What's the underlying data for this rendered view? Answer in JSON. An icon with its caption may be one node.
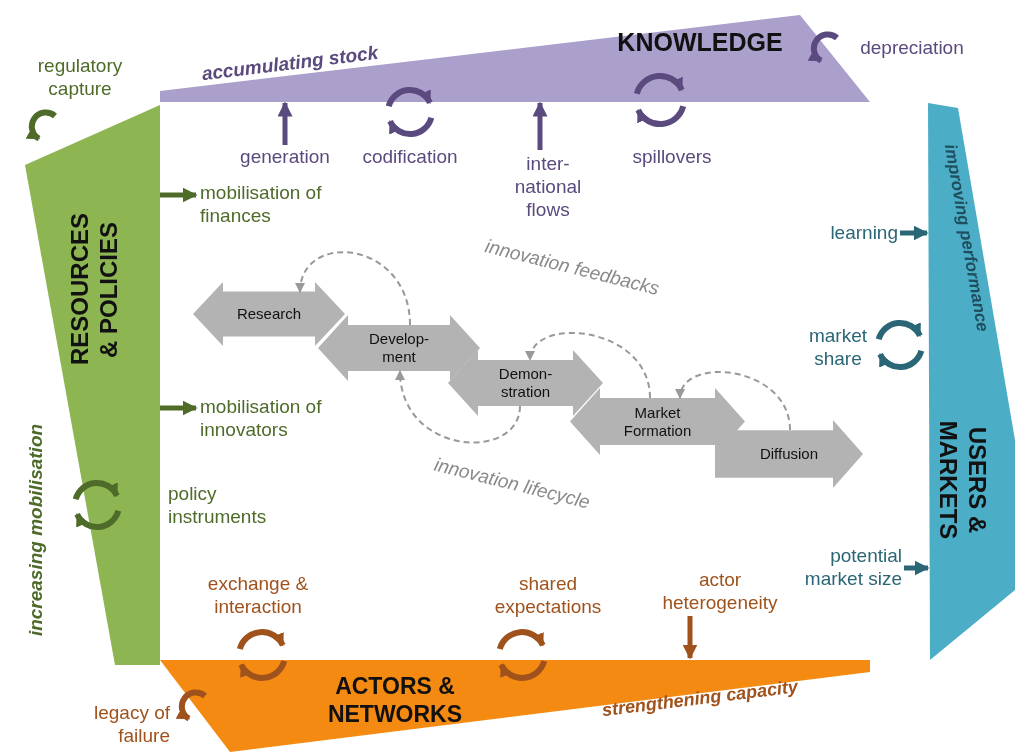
{
  "diagram": {
    "nodes": [
      {
        "text": [
          "KNOWLEDGE",
          "accumulating stock"
        ]
      },
      {
        "text": [
          "RESOURCES & POLICIES"
        ],
        "beside": [
          "increasing mobilisation"
        ]
      },
      {
        "text": [
          "USERS & MARKETS",
          "improving performance"
        ]
      },
      {
        "text": [
          "ACTORS & NETWORKS",
          "strengthening capacity"
        ]
      },
      {
        "text": [
          "Research"
        ]
      },
      {
        "text": [
          "Develop- ment"
        ]
      },
      {
        "text": [
          "Demon- stration"
        ]
      },
      {
        "text": [
          "Market Formation"
        ]
      },
      {
        "text": [
          "Diffusion"
        ]
      },
      {
        "text": [
          "generation"
        ]
      },
      {
        "text": [
          "inter- national flows"
        ]
      },
      {
        "text": [
          "mobilisation of finances"
        ]
      },
      {
        "text": [
          "mobilisation of innovators"
        ]
      },
      {
        "text": [
          "learning"
        ]
      },
      {
        "text": [
          "potential market size"
        ]
      },
      {
        "text": [
          "actor heterogeneity"
        ]
      }
    ],
    "edges": [
      {
        "from": 9,
        "to": 0,
        "arrow": "to",
        "color": "#5b4a7d"
      },
      {
        "from": 10,
        "to": 0,
        "arrow": "to",
        "color": "#5b4a7d"
      },
      {
        "from": 1,
        "to": 11,
        "arrow": "to",
        "color": "#4e6b2a"
      },
      {
        "from": 1,
        "to": 12,
        "arrow": "to",
        "color": "#4e6b2a"
      },
      {
        "from": 13,
        "to": 2,
        "arrow": "to",
        "color": "#2b6676"
      },
      {
        "from": 14,
        "to": 2,
        "arrow": "to",
        "color": "#2b6676"
      },
      {
        "from": 15,
        "to": 3,
        "arrow": "to",
        "color": "#a0521c"
      },
      {
        "from": 5,
        "to": 4,
        "arrow": "to",
        "style": "dashed",
        "color": "#999999"
      },
      {
        "from": 6,
        "to": 5,
        "arrow": "to",
        "style": "dashed",
        "color": "#999999"
      },
      {
        "from": 7,
        "to": 6,
        "arrow": "to",
        "style": "dashed",
        "color": "#999999"
      },
      {
        "from": 8,
        "to": 7,
        "arrow": "to",
        "style": "dashed",
        "color": "#999999"
      }
    ],
    "labels": [
      "regulatory capture",
      "depreciation",
      "codification",
      "spillovers",
      "market share",
      "innovation feedbacks",
      "policy instruments",
      "innovation lifecycle",
      "exchange & interaction",
      "shared expectations",
      "legacy of failure"
    ]
  }
}
